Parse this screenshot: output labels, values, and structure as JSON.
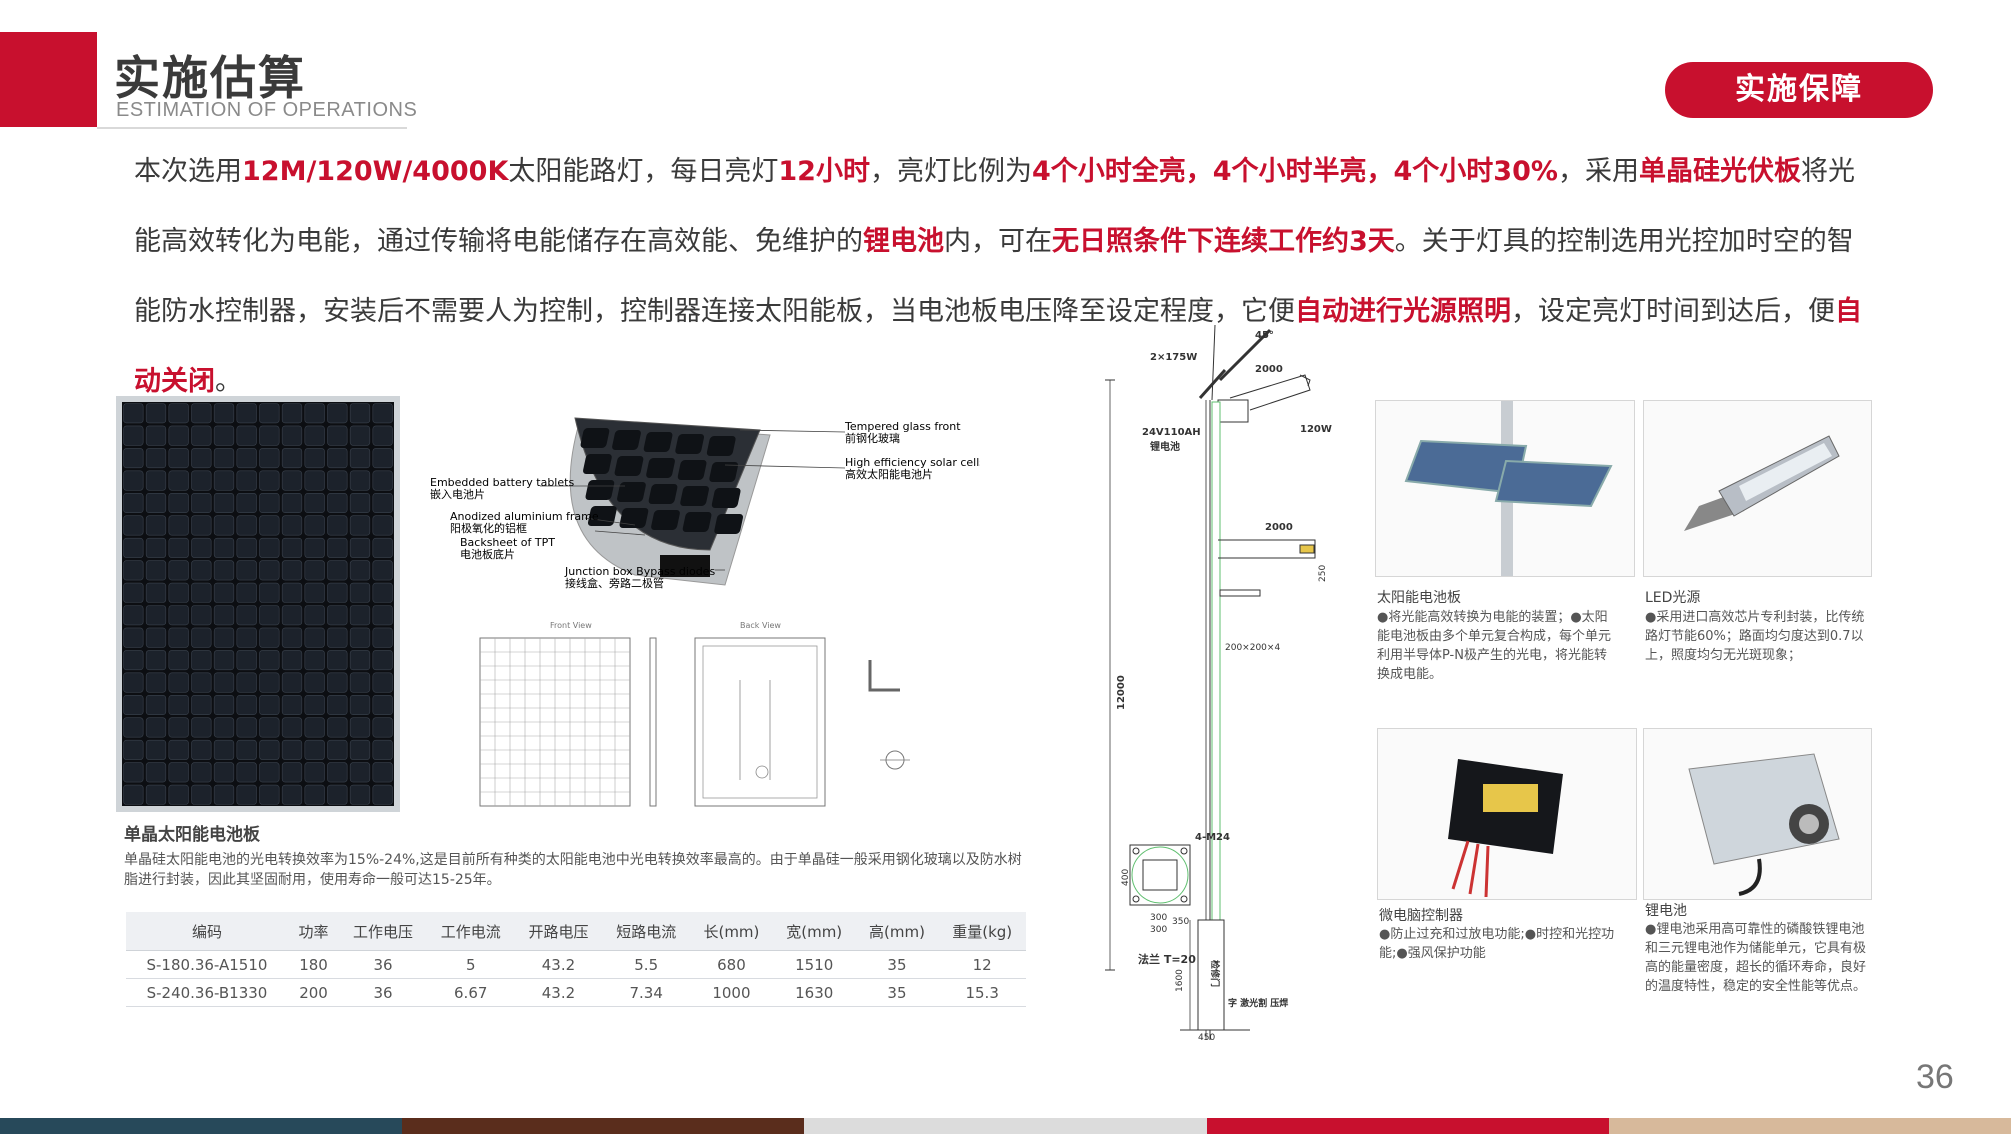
{
  "header": {
    "title": "实施估算",
    "subtitle": "ESTIMATION OF OPERATIONS",
    "badge": "实施保障"
  },
  "intro": [
    {
      "t": "本次选用",
      "h": false
    },
    {
      "t": "12M/120W/4000K",
      "h": true
    },
    {
      "t": "太阳能路灯，每日亮灯",
      "h": false
    },
    {
      "t": "12小时",
      "h": true
    },
    {
      "t": "，亮灯比例为",
      "h": false
    },
    {
      "t": "4个小时全亮，4个小时半亮，4个小时30%",
      "h": true
    },
    {
      "t": "，采用",
      "h": false
    },
    {
      "t": "单晶硅光伏板",
      "h": true
    },
    {
      "t": "将光能高效转化为电能，通过传输将电能储存在高效能、免维护的",
      "h": false
    },
    {
      "t": "锂电池",
      "h": true
    },
    {
      "t": "内，可在",
      "h": false
    },
    {
      "t": "无日照条件下连续工作约3天",
      "h": true
    },
    {
      "t": "。关于灯具的控制选用光控加时空的智能防水控制器，安装后不需要人为控制，控制器连接太阳能板，当电池板电压降至设定程度，它便",
      "h": false
    },
    {
      "t": "自动进行光源照明",
      "h": true
    },
    {
      "t": "，设定亮灯时间到达后，便",
      "h": false
    },
    {
      "t": "自动关闭",
      "h": true
    },
    {
      "t": "。",
      "h": false
    }
  ],
  "panel_labels": {
    "tempered": "Tempered glass front",
    "tempered_cn": "前钢化玻璃",
    "cells": "High efficiency solar cells",
    "cells_cn": "高效太阳能电池片",
    "embedded": "Embedded battery tablets",
    "embedded_cn": "嵌入电池片",
    "frame": "Anodized aluminium frame",
    "frame_cn": "阳极氧化的铝框",
    "backsheet": "Backsheet of TPT",
    "backsheet_cn": "电池板底片",
    "junction": "Junction box Bypass diodes",
    "junction_cn": "接线盒、旁路二极管",
    "front_view": "Front View",
    "back_view": "Back View"
  },
  "solar_panel": {
    "caption": "单晶太阳能电池板",
    "description": "单晶硅太阳能电池的光电转换效率为15%-24%,这是目前所有种类的太阳能电池中光电转换效率最高的。由于单晶硅一般采用钢化玻璃以及防水树脂进行封装，因此其坚固耐用，使用寿命一般可达15-25年。"
  },
  "spec_table": {
    "headers": [
      "编码",
      "功率",
      "工作电压",
      "工作电流",
      "开路电压",
      "短路电流",
      "长(mm)",
      "宽(mm)",
      "高(mm)",
      "重量(kg)"
    ],
    "rows": [
      [
        "S-180.36-A1510",
        "180",
        "36",
        "5",
        "43.2",
        "5.5",
        "680",
        "1510",
        "35",
        "12"
      ],
      [
        "S-240.36-B1330",
        "200",
        "36",
        "6.67",
        "43.2",
        "7.34",
        "1000",
        "1630",
        "35",
        "15.3"
      ]
    ]
  },
  "pole_drawing": {
    "top_label": "2×175W",
    "angle": "45°",
    "arm": "2000",
    "lamp": "120W",
    "battery": "24V110AH",
    "battery_cn": "锂电池",
    "arm2": "2000",
    "dim_250": "250",
    "flange": "200×200×4",
    "height": "12000",
    "bolt": "4-M24",
    "dim_400": "400",
    "dim_300a": "300",
    "dim_300b": "300",
    "base_flange": "法兰 T=20",
    "door": "检修门",
    "dim_350": "350",
    "dim_1600": "1600",
    "laser": "字 激光割 压焊",
    "dim_450": "450"
  },
  "components": [
    {
      "title": "太阳能电池板",
      "desc": "●将光能高效转换为电能的装置；●太阳能电池板由多个单元复合构成，每个单元利用半导体P-N极产生的光电，将光能转换成电能。"
    },
    {
      "title": "LED光源",
      "desc": "●采用进口高效芯片专利封装，比传统路灯节能60%；路面均匀度达到0.7以上，照度均匀无光斑现象；"
    },
    {
      "title": "微电脑控制器",
      "desc": "●防止过充和过放电功能;●时控和光控功能;●强风保护功能"
    },
    {
      "title": "锂电池",
      "desc": "●锂电池采用高可靠性的磷酸铁锂电池和三元锂电池作为储能单元，它具有极高的能量密度，超长的循环寿命，良好的温度特性，稳定的安全性能等优点。"
    }
  ],
  "page_number": "36",
  "colors": {
    "accent": "#c8102e",
    "footer": [
      "#27495a",
      "#5a2d1c",
      "#dcdcdc",
      "#c8102e",
      "#d7b99b"
    ]
  }
}
